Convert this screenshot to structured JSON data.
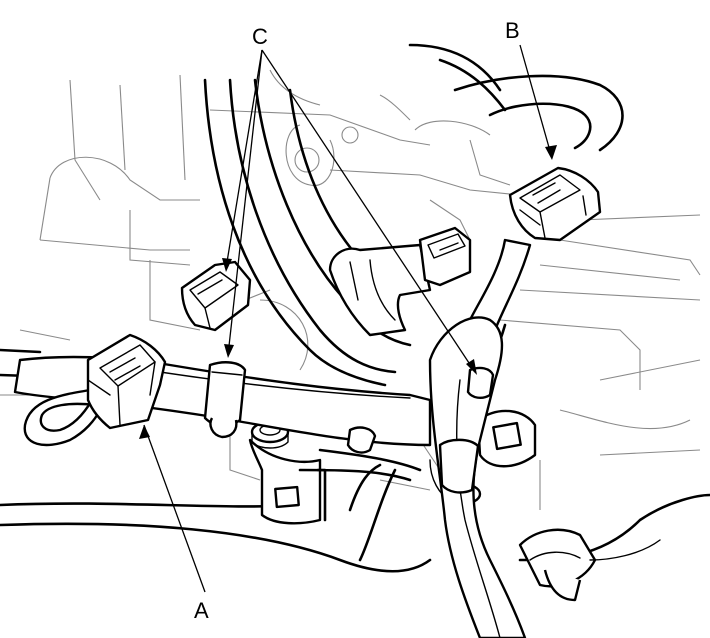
{
  "labels": {
    "a": "A",
    "b": "B",
    "c": "C"
  },
  "colors": {
    "line": "#000000",
    "background_line": "#8a8a8a",
    "paper": "#ffffff"
  }
}
